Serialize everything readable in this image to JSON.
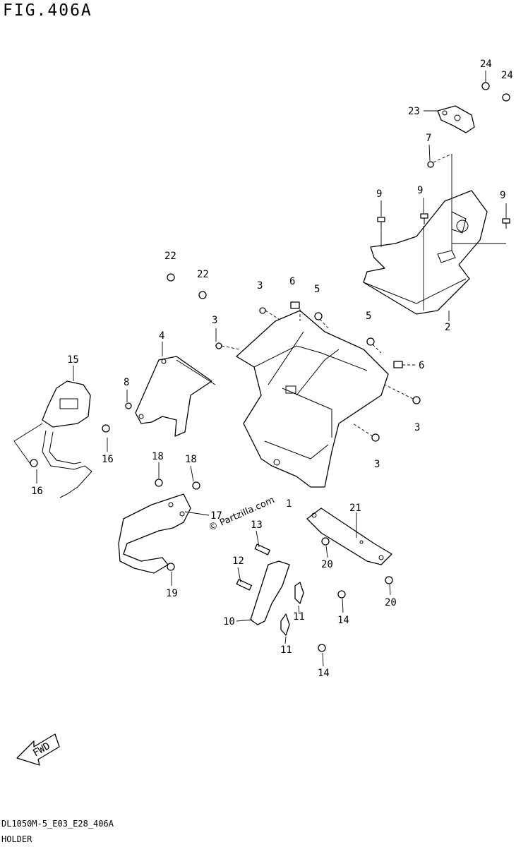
{
  "header": {
    "title": "FIG.406A"
  },
  "footer": {
    "code": "DL1050M-5_E03_E28_406A",
    "caption": "HOLDER"
  },
  "watermark": "© Partzilla.com",
  "fwd_label": "FWD",
  "callouts": [
    "1",
    "2",
    "3",
    "4",
    "5",
    "6",
    "7",
    "8",
    "9",
    "10",
    "11",
    "12",
    "13",
    "14",
    "15",
    "16",
    "17",
    "18",
    "19",
    "20",
    "21",
    "22",
    "23",
    "24"
  ]
}
